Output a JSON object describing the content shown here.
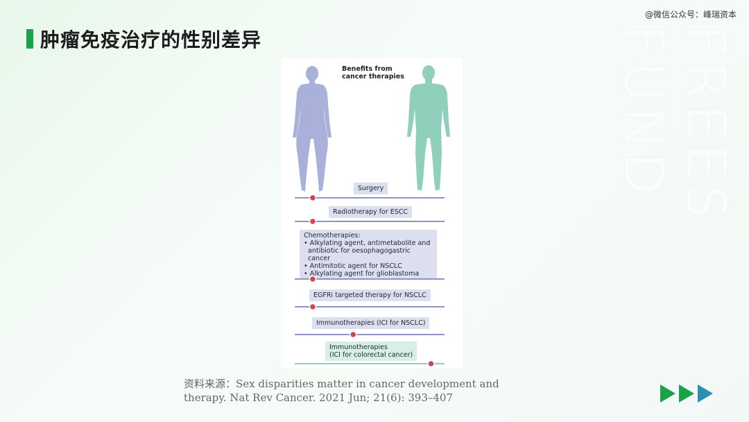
{
  "header": {
    "watermark_text": "@微信公众号：峰瑞资本",
    "title": "肿瘤免疫治疗的性别差异",
    "vertical_watermark": "FREES FUND"
  },
  "figure": {
    "title_line1": "Benefits from",
    "title_line2": "cancer therapies",
    "female_color": "#a9b1da",
    "male_color": "#8fcfbb",
    "rows": [
      {
        "lines": [
          "Surgery"
        ],
        "box": "purple",
        "marker_pos": 0.12
      },
      {
        "lines": [
          "Radiotherapy for ESCC"
        ],
        "box": "purple",
        "marker_pos": 0.12
      },
      {
        "lines": [
          "Chemotherapies:",
          "• Alkylating agent, antimetabolite and",
          "antibiotic for oesophagogastric cancer",
          "• Antimitotic agent for NSCLC",
          "• Alkylating agent for glioblastoma"
        ],
        "box": "purple",
        "marker_pos": 0.12
      },
      {
        "lines": [
          "EGFRi targeted therapy for NSCLC"
        ],
        "box": "purple",
        "marker_pos": 0.12
      },
      {
        "lines": [
          "Immunotherapies (ICI for NSCLC)"
        ],
        "box": "purple",
        "marker_pos": 0.39
      },
      {
        "lines": [
          "Immunotherapies",
          "(ICI for colorectal cancer)"
        ],
        "box": "green",
        "marker_pos": 0.91
      }
    ]
  },
  "source": {
    "line1": "资料来源：Sex disparities matter in cancer development and",
    "line2": "therapy. Nat Rev Cancer. 2021 Jun; 21(6): 393–407"
  },
  "colors": {
    "accent_green": "#1aa24b",
    "arrow_blue": "#2a8fb3",
    "marker_red": "#d1454f"
  }
}
